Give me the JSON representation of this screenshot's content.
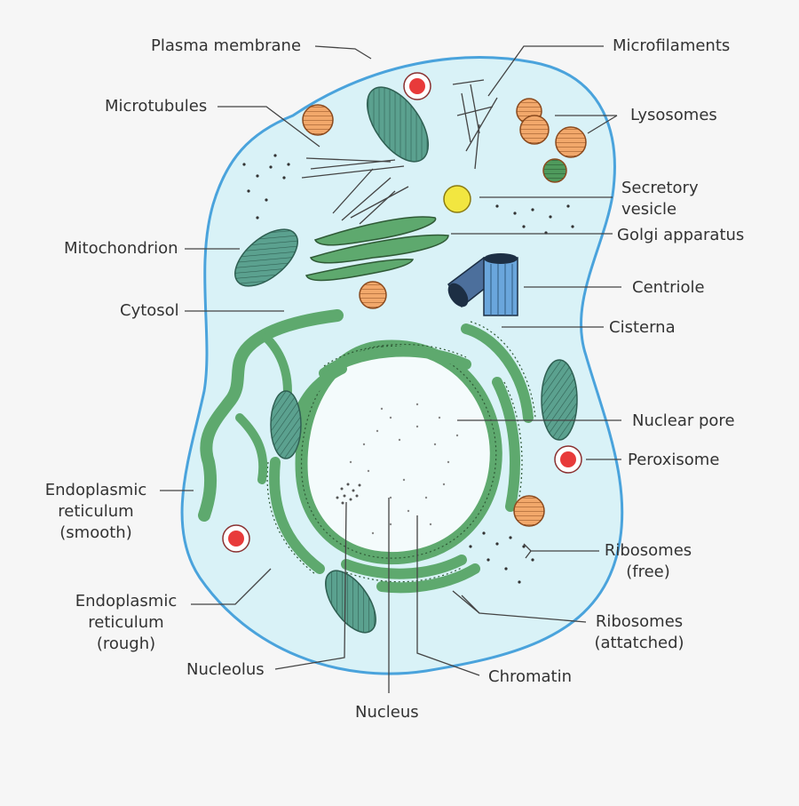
{
  "labels": {
    "plasma_membrane": "Plasma membrane",
    "microfilaments": "Microfilaments",
    "microtubules": "Microtubules",
    "lysosomes": "Lysosomes",
    "secretory_vesicle_1": "Secretory",
    "secretory_vesicle_2": "vesicle",
    "mitochondrion": "Mitochondrion",
    "golgi": "Golgi apparatus",
    "centriole": "Centriole",
    "cytosol": "Cytosol",
    "cisterna": "Cisterna",
    "nuclear_pore": "Nuclear pore",
    "peroxisome": "Peroxisome",
    "er_smooth_1": "Endoplasmic",
    "er_smooth_2": "reticulum",
    "er_smooth_3": "(smooth)",
    "ribosomes_free_1": "Ribosomes",
    "ribosomes_free_2": "(free)",
    "er_rough_1": "Endoplasmic",
    "er_rough_2": "reticulum",
    "er_rough_3": "(rough)",
    "ribosomes_att_1": "Ribosomes",
    "ribosomes_att_2": "(attatched)",
    "nucleolus": "Nucleolus",
    "chromatin": "Chromatin",
    "nucleus": "Nucleus"
  },
  "colors": {
    "membrane": "#4aa3dc",
    "cytosol": "#d9f2f7",
    "organelle_green": "#5ea96e",
    "mito_teal": "#5ba18f",
    "lysosome_orange": "#f2a86b",
    "peroxisome_red": "#e83a3a",
    "vesicle_yellow": "#f2e640",
    "centriole_blue": "#6aa6dc",
    "line": "#444444"
  },
  "icons": [
    "animal-cell-diagram"
  ]
}
